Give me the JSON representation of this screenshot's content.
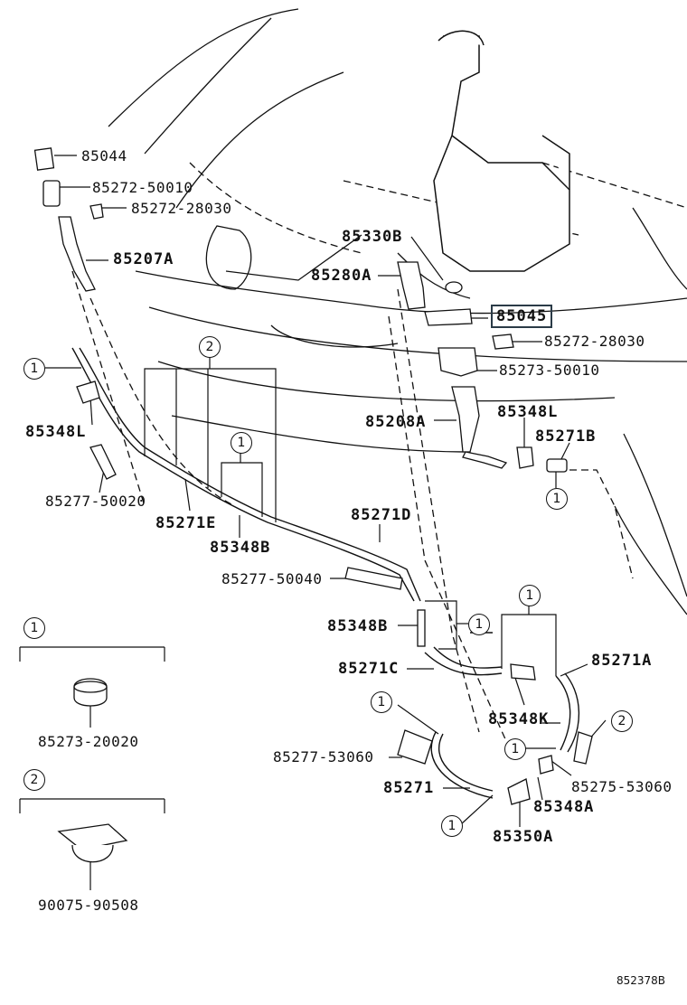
{
  "labels": {
    "p85044": "85044",
    "p85272_50010": "85272-50010",
    "p85272_28030_top": "85272-28030",
    "p85207A": "85207A",
    "p85330B": "85330B",
    "p85280A": "85280A",
    "p85045": "85045",
    "p85272_28030_right": "85272-28030",
    "p85273_50010": "85273-50010",
    "p85348L_right": "85348L",
    "p85208A": "85208A",
    "p85271B": "85271B",
    "p85348L_left": "85348L",
    "p85277_50020": "85277-50020",
    "p85271E": "85271E",
    "p85348B_mid": "85348B",
    "p85271D": "85271D",
    "p85277_50040": "85277-50040",
    "p85348B_low": "85348B",
    "p85271C": "85271C",
    "p85271A": "85271A",
    "p85348K": "85348K",
    "p85277_53060": "85277-53060",
    "p85271": "85271",
    "p85275_53060": "85275-53060",
    "p85348A": "85348A",
    "p85350A": "85350A",
    "legend1_part": "85273-20020",
    "legend2_part": "90075-90508"
  },
  "callouts": {
    "one": "1",
    "two": "2"
  },
  "diagram_code": "852378B",
  "colors": {
    "line": "#111111",
    "highlight_border": "#2b3b47"
  }
}
